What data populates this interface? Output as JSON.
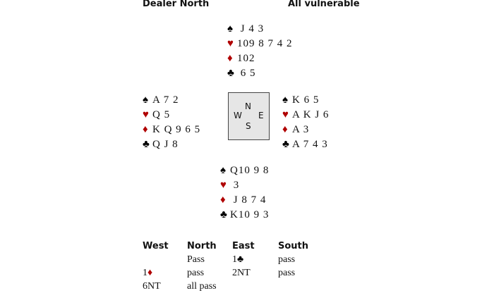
{
  "header": {
    "dealer": "Dealer North",
    "vulnerability": "All vulnerable"
  },
  "suits": {
    "spades": "♠",
    "hearts": "♥",
    "diamonds": "♦",
    "clubs": "♣"
  },
  "colors": {
    "red": "#b00000",
    "black": "#000000"
  },
  "hands": {
    "north": {
      "spades": "J 4 3",
      "hearts": "109 8 7 4 2",
      "diamonds": "102",
      "clubs": "6 5"
    },
    "west": {
      "spades": "A 7 2",
      "hearts": "Q 5",
      "diamonds": "K Q 9 6 5",
      "clubs": "Q J 8"
    },
    "east": {
      "spades": "K 6 5",
      "hearts": "A K J 6",
      "diamonds": "A 3",
      "clubs": "A 7 4 3"
    },
    "south": {
      "spades": "Q10 9 8",
      "hearts": "3",
      "diamonds": "J 8 7 4",
      "clubs": "K10 9 3"
    }
  },
  "compass": {
    "n": "N",
    "s": "S",
    "e": "E",
    "w": "W"
  },
  "auction": {
    "headers": [
      "West",
      "North",
      "East",
      "South"
    ],
    "west": [
      "",
      "1",
      "6NT"
    ],
    "north": [
      "Pass",
      "pass",
      "all pass"
    ],
    "east": [
      "1",
      "2NT"
    ],
    "south": [
      "pass",
      "pass"
    ]
  }
}
